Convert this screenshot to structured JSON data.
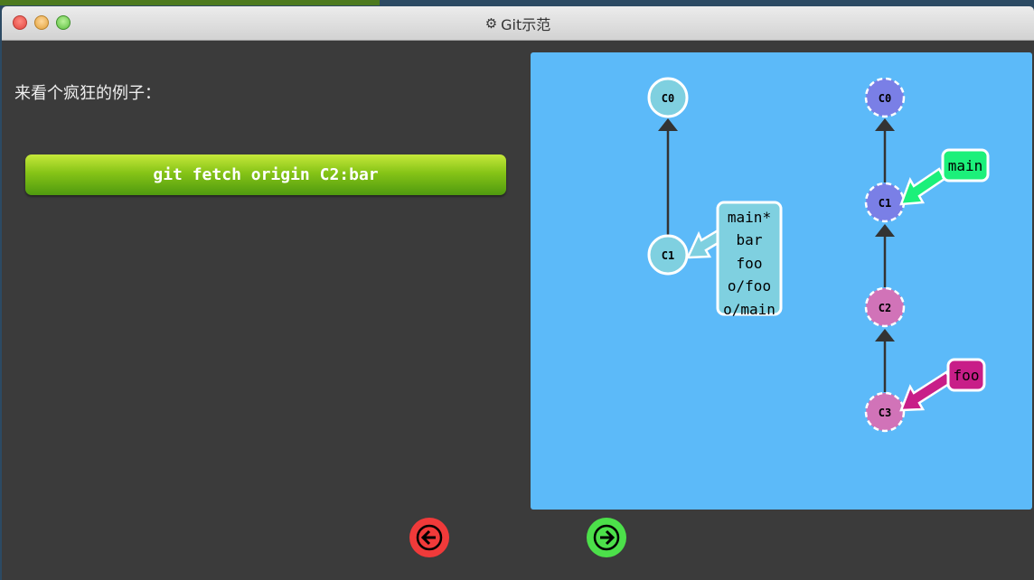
{
  "window": {
    "title": "Git示范",
    "title_icon": "gear-icon"
  },
  "instruction": "来看个疯狂的例子：",
  "command_button": {
    "label": "git fetch origin C2:bar",
    "colors": [
      "#c6e83a",
      "#4f9a0f"
    ]
  },
  "graph": {
    "background": "#5cbaf9",
    "local": {
      "commits": [
        {
          "id": "C0"
        },
        {
          "id": "C1"
        }
      ],
      "branch_stack": [
        "main*",
        "bar",
        "foo",
        "o/foo",
        "o/main"
      ],
      "color": "#7fd0e0"
    },
    "remote": {
      "commits": [
        {
          "id": "C0"
        },
        {
          "id": "C1"
        },
        {
          "id": "C2"
        },
        {
          "id": "C3"
        }
      ],
      "branches": [
        {
          "name": "main",
          "color": "#1cf07a"
        },
        {
          "name": "foo",
          "color": "#c81e88"
        }
      ]
    }
  },
  "nav": {
    "back": "arrow-left-icon",
    "forward": "arrow-right-icon"
  }
}
